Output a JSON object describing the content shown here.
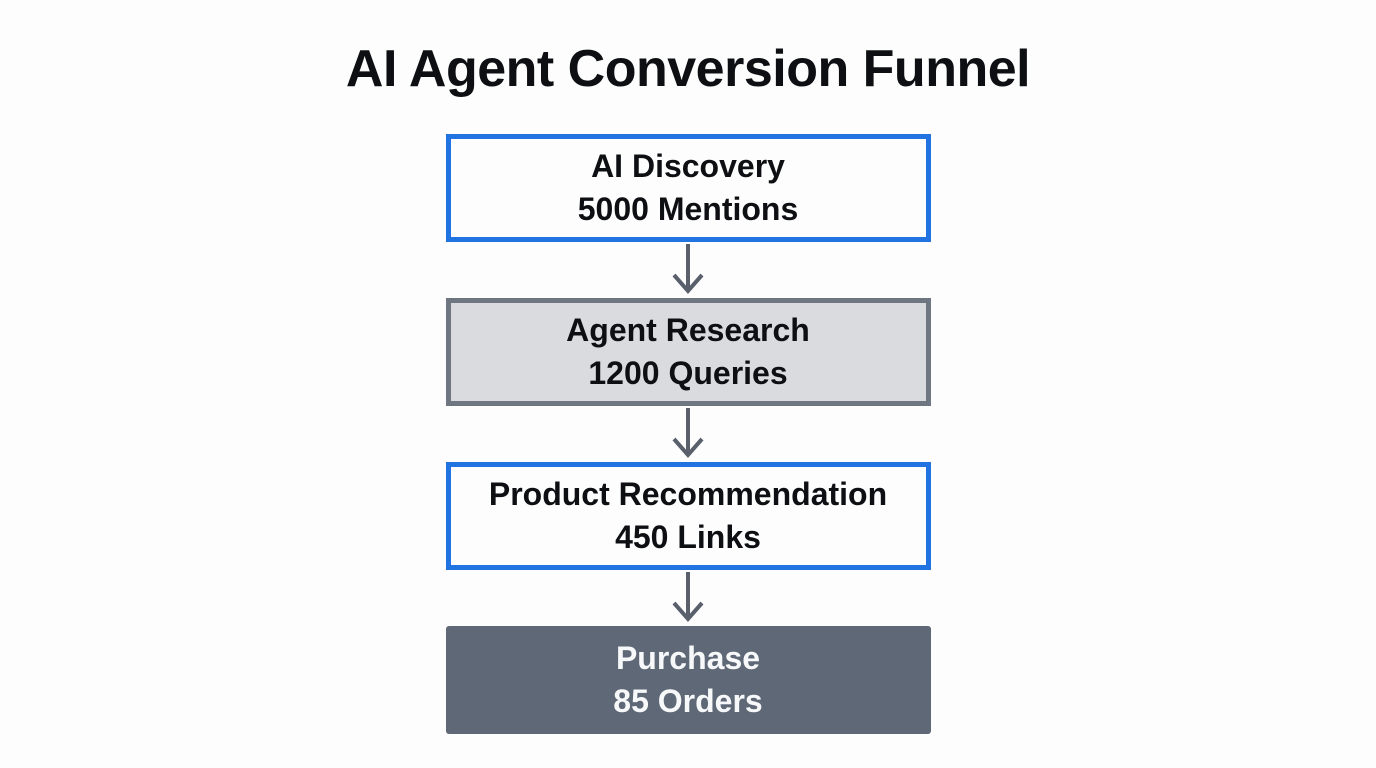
{
  "page": {
    "title": "AI Agent Conversion Funnel"
  },
  "funnel": {
    "stages": [
      {
        "label": "AI Discovery",
        "metric": "5000 Mentions",
        "value": 5000,
        "unit": "Mentions",
        "variant": "blue"
      },
      {
        "label": "Agent Research",
        "metric": "1200 Queries",
        "value": 1200,
        "unit": "Queries",
        "variant": "gray"
      },
      {
        "label": "Product Recommendation",
        "metric": "450 Links",
        "value": 450,
        "unit": "Links",
        "variant": "blue"
      },
      {
        "label": "Purchase",
        "metric": "85 Orders",
        "value": 85,
        "unit": "Orders",
        "variant": "dark"
      }
    ]
  },
  "chart_data": {
    "type": "funnel",
    "title": "AI Agent Conversion Funnel",
    "stages": [
      "AI Discovery",
      "Agent Research",
      "Product Recommendation",
      "Purchase"
    ],
    "values": [
      5000,
      1200,
      450,
      85
    ],
    "units": [
      "Mentions",
      "Queries",
      "Links",
      "Orders"
    ]
  },
  "colors": {
    "background": "#fdfdfd",
    "title_text": "#0d0f12",
    "blue_border": "#2273e2",
    "light_fill": "#fdfdfe",
    "gray_fill": "#d9dbde",
    "gray_border": "#6e7681",
    "dark_fill": "#5e6876",
    "dark_text": "#f7f8f9",
    "arrow": "#59606c"
  }
}
